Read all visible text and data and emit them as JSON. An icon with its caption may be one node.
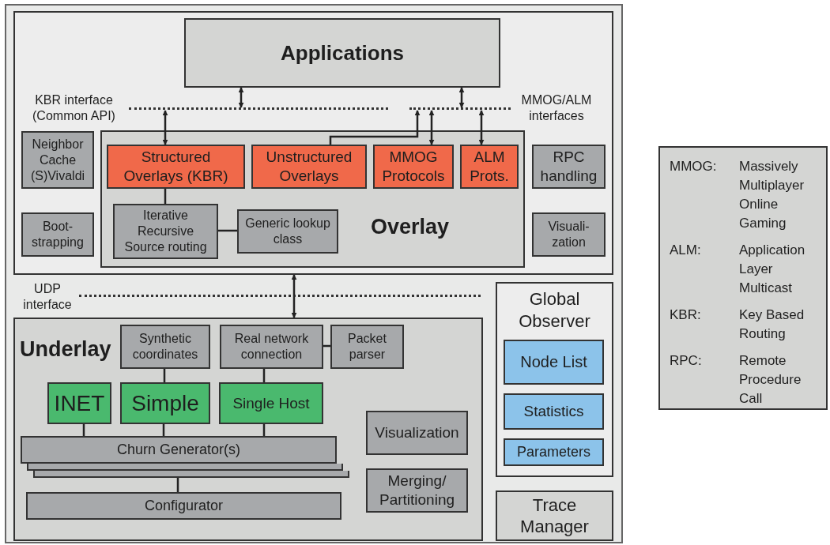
{
  "diagram": {
    "nodes": [
      {
        "text": [],
        "shape": "box"
      },
      {
        "text": [],
        "shape": "box",
        "in": 0
      },
      {
        "text": [
          "Applications"
        ],
        "in": 1
      },
      {
        "text": [],
        "shape": "line",
        "in": 1,
        "beside": [
          "KBR interface (Common API)"
        ]
      },
      {
        "text": [],
        "shape": "line",
        "in": 1,
        "beside": [
          "MMOG/ALM interfaces"
        ]
      },
      {
        "text": [
          "Neighbor Cache (S)Vivaldi"
        ],
        "in": 1
      },
      {
        "text": [
          "Boot- strapping"
        ],
        "in": 1
      },
      {
        "text": [
          "Overlay"
        ],
        "in": 1
      },
      {
        "text": [
          "Structured Overlays (KBR)"
        ],
        "in": 7
      },
      {
        "text": [
          "Unstructured Overlays"
        ],
        "in": 7
      },
      {
        "text": [
          "MMOG Protocols"
        ],
        "in": 7
      },
      {
        "text": [
          "ALM Prots."
        ],
        "in": 7
      },
      {
        "text": [
          "Iterative Recursive Source routing"
        ],
        "in": 7
      },
      {
        "text": [
          "Generic lookup class"
        ],
        "in": 7
      },
      {
        "text": [
          "RPC handling"
        ],
        "in": 1
      },
      {
        "text": [
          "Visuali- zation"
        ],
        "in": 1
      },
      {
        "text": [],
        "shape": "line",
        "in": 0,
        "beside": [
          "UDP interface"
        ]
      },
      {
        "text": [
          "Underlay"
        ],
        "in": 0
      },
      {
        "text": [
          "Synthetic coordinates"
        ],
        "in": 17
      },
      {
        "text": [
          "Real network connection"
        ],
        "in": 17
      },
      {
        "text": [
          "Packet parser"
        ],
        "in": 17
      },
      {
        "text": [
          "INET"
        ],
        "in": 17
      },
      {
        "text": [
          "Simple"
        ],
        "in": 17
      },
      {
        "text": [
          "Single Host"
        ],
        "in": 17
      },
      {
        "text": [
          "Visualization"
        ],
        "in": 17
      },
      {
        "text": [
          "Churn Generator(s)"
        ],
        "in": 17
      },
      {
        "text": [
          "Merging/ Partitioning"
        ],
        "in": 17
      },
      {
        "text": [
          "Configurator"
        ],
        "in": 17
      },
      {
        "text": [
          "Global Observer"
        ],
        "in": 0
      },
      {
        "text": [
          "Node List"
        ],
        "in": 28
      },
      {
        "text": [
          "Statistics"
        ],
        "in": 28
      },
      {
        "text": [
          "Parameters"
        ],
        "in": 28
      },
      {
        "text": [
          "Trace Manager"
        ],
        "in": 0
      },
      {
        "text": [],
        "shape": "box",
        "in": 17
      },
      {
        "text": [],
        "shape": "box",
        "in": 17
      },
      {
        "text": [
          "MMOG:",
          "Massively Multiplayer Online Gaming",
          "ALM:",
          "Application Layer Multicast",
          "KBR:",
          "Key Based Routing",
          "RPC:",
          "Remote Procedure Call"
        ]
      }
    ],
    "edges": [
      {
        "from": 2,
        "to": 3,
        "arrow": "both"
      },
      {
        "from": 3,
        "to": 8,
        "arrow": "both"
      },
      {
        "from": 2,
        "to": 4,
        "arrow": "both"
      },
      {
        "from": 9,
        "to": 4,
        "arrow": "to"
      },
      {
        "from": 4,
        "to": 10,
        "arrow": "both"
      },
      {
        "from": 4,
        "to": 11,
        "arrow": "both"
      },
      {
        "from": 8,
        "to": 12,
        "arrow": "none"
      },
      {
        "from": 12,
        "to": 13,
        "arrow": "none"
      },
      {
        "from": 1,
        "to": 17,
        "arrow": "both"
      },
      {
        "from": 18,
        "to": 22,
        "arrow": "none"
      },
      {
        "from": 19,
        "to": 23,
        "arrow": "none"
      },
      {
        "from": 19,
        "to": 20,
        "arrow": "none"
      },
      {
        "from": 21,
        "to": 25,
        "arrow": "none"
      },
      {
        "from": 22,
        "to": 25,
        "arrow": "none"
      },
      {
        "from": 23,
        "to": 25,
        "arrow": "none"
      },
      {
        "from": 34,
        "to": 27,
        "arrow": "none"
      }
    ]
  }
}
